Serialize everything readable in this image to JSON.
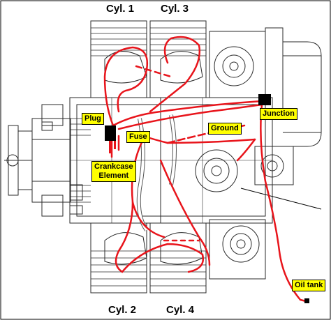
{
  "labels": {
    "cyl1": "Cyl. 1",
    "cyl3": "Cyl. 3",
    "cyl2": "Cyl. 2",
    "cyl4": "Cyl. 4",
    "plug": "Plug",
    "fuse": "Fuse",
    "ground": "Ground",
    "junction": "Junction",
    "crankcase_line1": "Crankcase",
    "crankcase_line2": "Element",
    "oil_tank": "Oil tank"
  },
  "colors": {
    "wire": "#e8141b",
    "line_drawing": "#2a2a2a",
    "tag_fill": "#ffff00",
    "connector": "#000000"
  }
}
